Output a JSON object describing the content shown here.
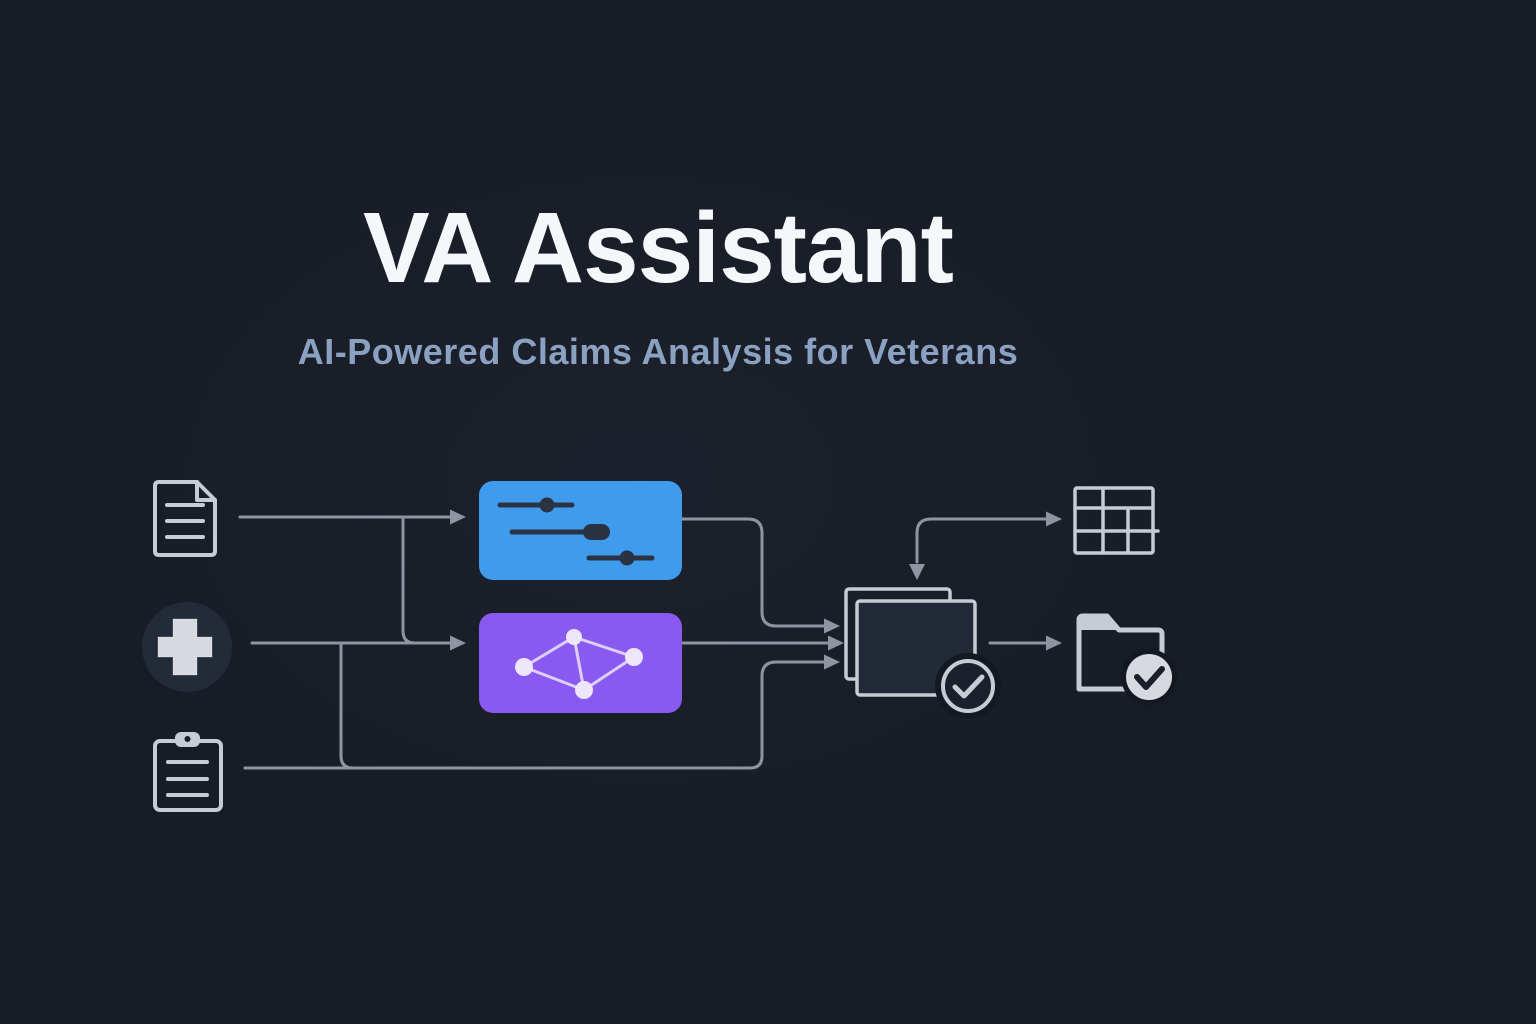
{
  "header": {
    "title": "VA Assistant",
    "subtitle": "AI-Powered Claims Analysis for Veterans"
  },
  "colors": {
    "background": "#181c26",
    "bg_deep": "#141821",
    "title": "#f5f7fa",
    "subtitle": "#8ba1c1",
    "line": "#8e95a1",
    "icon": "#c7ccd4",
    "icon_bright": "#d6dae0",
    "circle_fill": "#242b38",
    "panel_fill": "#232a37",
    "badge_inner": "#1b212c",
    "process_blue": "#3f9bec",
    "process_purple": "#8a5af0",
    "slider_dark": "#2b3242",
    "net_edge": "#dcd0f8",
    "net_node": "#eee6fc",
    "check_dark": "#1a202b"
  },
  "diagram": {
    "inputs": [
      {
        "id": "document",
        "icon": "document-icon"
      },
      {
        "id": "medical",
        "icon": "medical-cross-icon"
      },
      {
        "id": "clipboard",
        "icon": "clipboard-icon"
      }
    ],
    "processes": [
      {
        "id": "settings",
        "icon": "sliders-icon",
        "color": "#3f9bec"
      },
      {
        "id": "ai-model",
        "icon": "network-graph-icon",
        "color": "#8a5af0"
      }
    ],
    "outputs": [
      {
        "id": "results",
        "icon": "stacked-panels-check-icon"
      },
      {
        "id": "table",
        "icon": "table-icon"
      },
      {
        "id": "archive",
        "icon": "folder-check-icon"
      }
    ],
    "flows": [
      "document -> settings",
      "document -> ai-model",
      "medical -> ai-model",
      "medical -> clipboard-line",
      "settings -> results",
      "ai-model -> results",
      "clipboard -> results",
      "results -> table",
      "results -> archive"
    ]
  }
}
